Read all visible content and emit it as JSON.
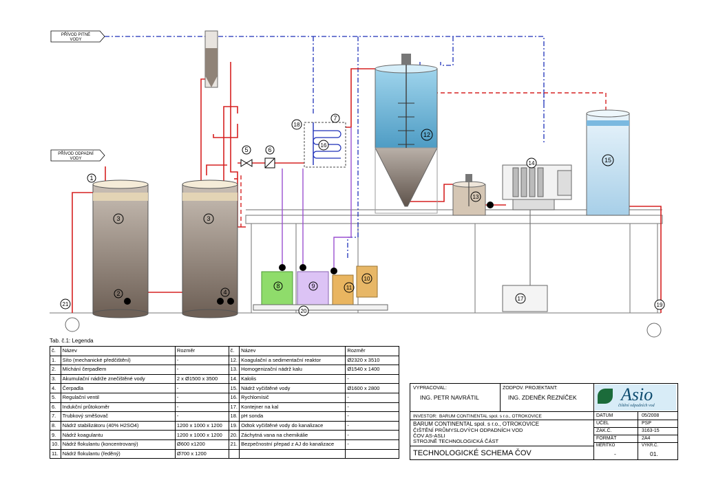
{
  "labels": {
    "pitna": [
      "PŘÍVOD PITNÉ",
      "VODY"
    ],
    "odpadni": [
      "PŘÍVOD ODPADNÍ",
      "VODY"
    ],
    "n1": "1",
    "n2": "2",
    "n3a": "3",
    "n3b": "3",
    "n4": "4",
    "n5": "5",
    "n6": "6",
    "n7": "7",
    "n8": "8",
    "n9": "9",
    "n10": "10",
    "n11": "11",
    "n12": "12",
    "n13": "13",
    "n14": "14",
    "n15": "15",
    "n16": "16",
    "n17": "17",
    "n18": "18",
    "n19": "19",
    "n20": "20",
    "n21": "21"
  },
  "colors": {
    "red_line": "#d62020",
    "blue_line": "#1c2fb8",
    "purple_line": "#9a4fd0",
    "tank_sludge": "#8b7b6b",
    "reactor_water": "#6fb7d9",
    "tank_green": "#7ad35a",
    "tank_violet": "#c9a6ef",
    "tank_orange": "#e5a646"
  },
  "legend": {
    "caption": "Tab. č.1: Legenda",
    "header": [
      "č.",
      "Název",
      "Rozměr",
      "č.",
      "Název",
      "Rozměr"
    ],
    "left": [
      [
        "1.",
        "Síto (mechanické předčištění)",
        "-"
      ],
      [
        "2.",
        "Míchání čerpadlem",
        "-"
      ],
      [
        "3.",
        "Akumulační nádrže znečištěné vody",
        "2 x Ø1500 x 3500"
      ],
      [
        "4.",
        "Čerpadla",
        "-"
      ],
      [
        "5.",
        "Regulační ventil",
        "-"
      ],
      [
        "6.",
        "Indukční průtokoměr",
        "-"
      ],
      [
        "7.",
        "Trubkový směšovač",
        "-"
      ],
      [
        "8.",
        "Nádrž stabilizátoru (40% H2SO4)",
        "1200 x 1000 x 1200"
      ],
      [
        "9.",
        "Nádrž koagulantu",
        "1200 x 1000 x 1200"
      ],
      [
        "10.",
        "Nádrž flokulantu (koncentrovaný)",
        "Ø600 x1200"
      ],
      [
        "11.",
        "Nádrž flokulantu (ředěný)",
        "Ø700 x 1200"
      ]
    ],
    "right": [
      [
        "12.",
        "Koagulační a sedimentační reaktor",
        "Ø2320 x 3510"
      ],
      [
        "13.",
        "Homogenizační nádrž kalu",
        "Ø1540 x 1400"
      ],
      [
        "14.",
        "Kalolis",
        "-"
      ],
      [
        "15.",
        "Nádrž vyčištěné vody",
        "Ø1600 x 2800"
      ],
      [
        "16.",
        "Rychlomísič",
        "-"
      ],
      [
        "17.",
        "Kontejner na kal",
        "-"
      ],
      [
        "18.",
        "pH sonda",
        "-"
      ],
      [
        "19.",
        "Odtok vyčištěné vody do kanalizace",
        "-"
      ],
      [
        "20.",
        "Záchytná vana na chemikálie",
        "-"
      ],
      [
        "21.",
        "Bezpečnostní přepad z AJ do kanalizace",
        "-"
      ],
      [
        "",
        "",
        ""
      ]
    ]
  },
  "titleblock": {
    "vypracoval_label": "VYPRACOVAL:",
    "vypracoval": "ING. PETR NAVRÁTIL",
    "zodpov_label": "ZODPOV. PROJEKTANT:",
    "zodpov": "ING. ZDENĚK ŘEZNÍČEK",
    "investor_label": "INVESTOR:",
    "investor": "BARUM CONTINENTAL spol. s r.o., OTROKOVICE",
    "project_lines": [
      "BARUM CONTINENTAL spol. s r.o., OTROKOVICE",
      "ČIŠTĚNÍ PRŮMYSLOVÝCH ODPADNÍCH VOD",
      "ČOV AS-ASLI",
      "STROJNĚ TECHNOLOGICKÁ ČÁST"
    ],
    "drawing_title": "TECHNOLOGICKÉ SCHEMA ČOV",
    "datum_label": "DATUM",
    "datum": "05/2008",
    "ucel_label": "ÚČEL",
    "ucel": "PSP",
    "zak_label": "ZAK.Č.",
    "zak": "3163-15",
    "format_label": "FORMÁT",
    "format": "2A4",
    "meritko_label": "MĚŘÍTKO",
    "meritko": "-",
    "vykr_label": "VÝKR.Č.",
    "vykr": "01.",
    "logo": "Asio",
    "logo_sub": "čištění odpadních vod"
  }
}
